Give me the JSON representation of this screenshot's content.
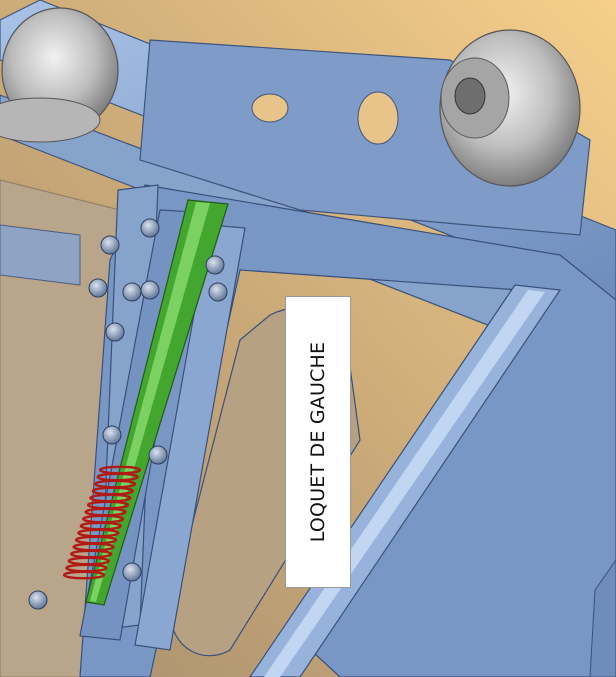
{
  "callout": {
    "text": "LOQUET DE GAUCHE"
  },
  "parts": {
    "frame": "steel-frame",
    "wheel": "caster-wheel",
    "latch_bar": "latch-bar",
    "spring": "compression-spring"
  },
  "colors": {
    "background_light": "#f6cf8a",
    "background_dark": "#a88f70",
    "steel": "#7897c4",
    "steel_highlight": "#a9c2e6",
    "latch_green": "#43a62e",
    "spring_red": "#b11a14",
    "wheel_grey": "#bdbdbd",
    "label_bg": "#ffffff"
  }
}
